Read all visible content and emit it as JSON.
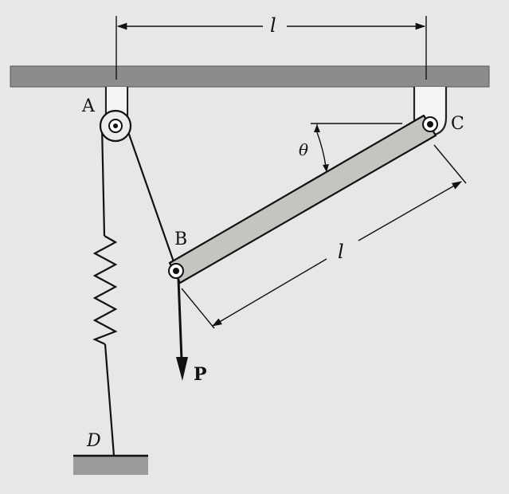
{
  "figure": {
    "labels": {
      "point_a": "A",
      "point_b": "B",
      "point_c": "C",
      "point_d": "D",
      "load": "P",
      "angle": "θ",
      "length_top": "l",
      "length_bar": "l"
    },
    "colors": {
      "background": "#e7e7e5",
      "ceiling": "#8c8c8c",
      "bar_fill": "#c4c4c0",
      "line": "#111111"
    }
  }
}
